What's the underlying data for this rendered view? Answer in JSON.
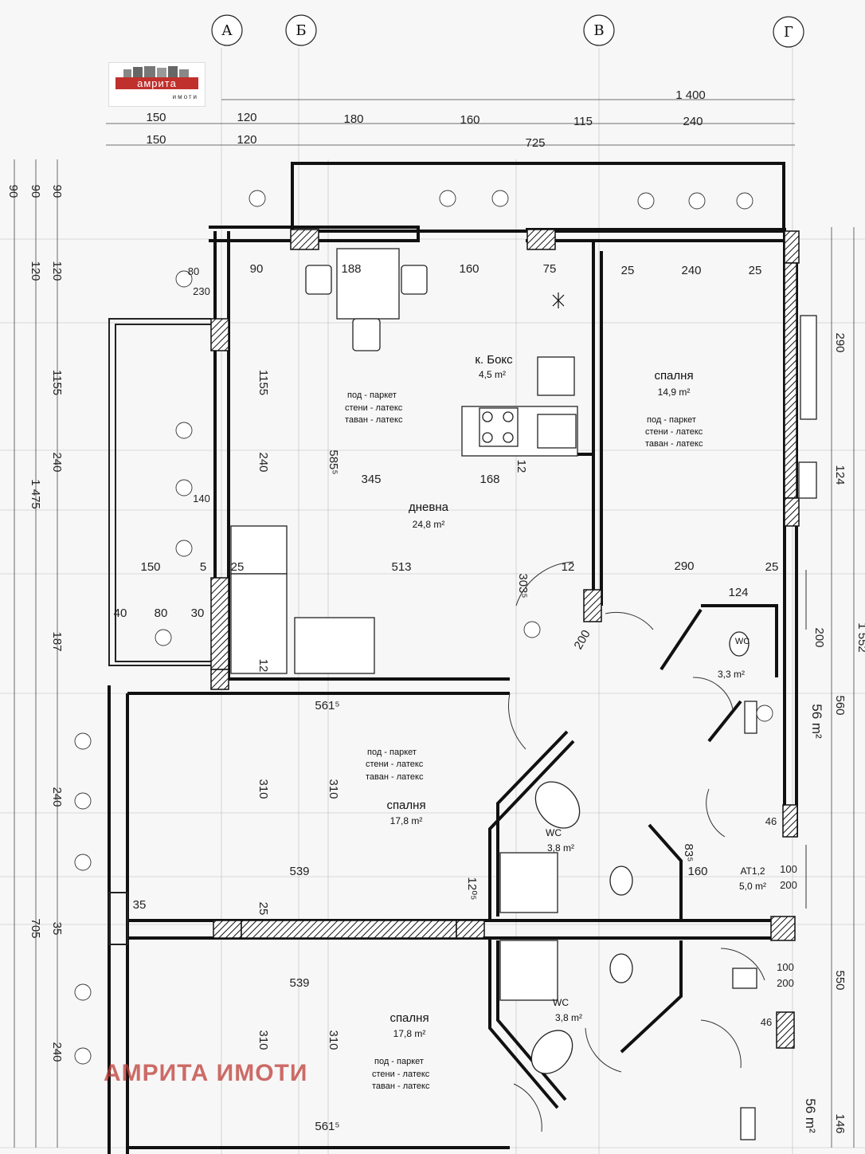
{
  "axes": [
    "А",
    "Б",
    "В",
    "Г"
  ],
  "logo": {
    "name": "амрита",
    "sub": "имоти"
  },
  "watermark": "АМРИТА ИМОТИ",
  "top_dims": {
    "total": "1 400",
    "row1": [
      "150",
      "120",
      "180",
      "160",
      "115",
      "240"
    ],
    "row2": [
      "150",
      "120",
      "725"
    ]
  },
  "left_dims": {
    "col1": [
      "90",
      "120",
      "1155",
      "240",
      "187",
      "240",
      "35",
      "240",
      "705"
    ],
    "col2": [
      "90",
      "120",
      "1 475"
    ],
    "col3": [
      "90"
    ]
  },
  "right_dims": [
    "290",
    "124",
    "200",
    "560",
    "550",
    "146",
    "1 552"
  ],
  "rooms": [
    {
      "name": "к. Бокс",
      "area": "4,5 m²"
    },
    {
      "name": "спалня",
      "area": "14,9 m²"
    },
    {
      "name": "дневна",
      "area": "24,8 m²"
    },
    {
      "name": "спалня",
      "area": "17,8 m²"
    },
    {
      "name": "WC",
      "area": "3,8 m²"
    },
    {
      "name": "WC",
      "area": "3,8 m²"
    },
    {
      "name": "WC",
      "area": "3,3 m²"
    },
    {
      "name": "АТ1,2",
      "area": "5,0 m²"
    },
    {
      "name": "спалня",
      "area": "17,8 m²"
    }
  ],
  "finishes": {
    "floor": "под - паркет",
    "walls": "стени - латекс",
    "ceiling": "таван - латекс"
  },
  "interior_dims": [
    "90",
    "188",
    "160",
    "75",
    "25",
    "240",
    "25",
    "345",
    "168",
    "513",
    "12",
    "290",
    "25",
    "150",
    "5",
    "25",
    "124",
    "40",
    "80",
    "30",
    "561⁵",
    "539",
    "539",
    "561⁵",
    "310",
    "310",
    "310",
    "310",
    "240",
    "1155",
    "585⁵",
    "80",
    "230",
    "140",
    "12",
    "25",
    "12⁰⁵",
    "35",
    "12",
    "200",
    "83⁵",
    "160",
    "100",
    "200",
    "100",
    "200",
    "46",
    "46",
    "56 m²",
    "56 m²",
    "303⁵"
  ]
}
